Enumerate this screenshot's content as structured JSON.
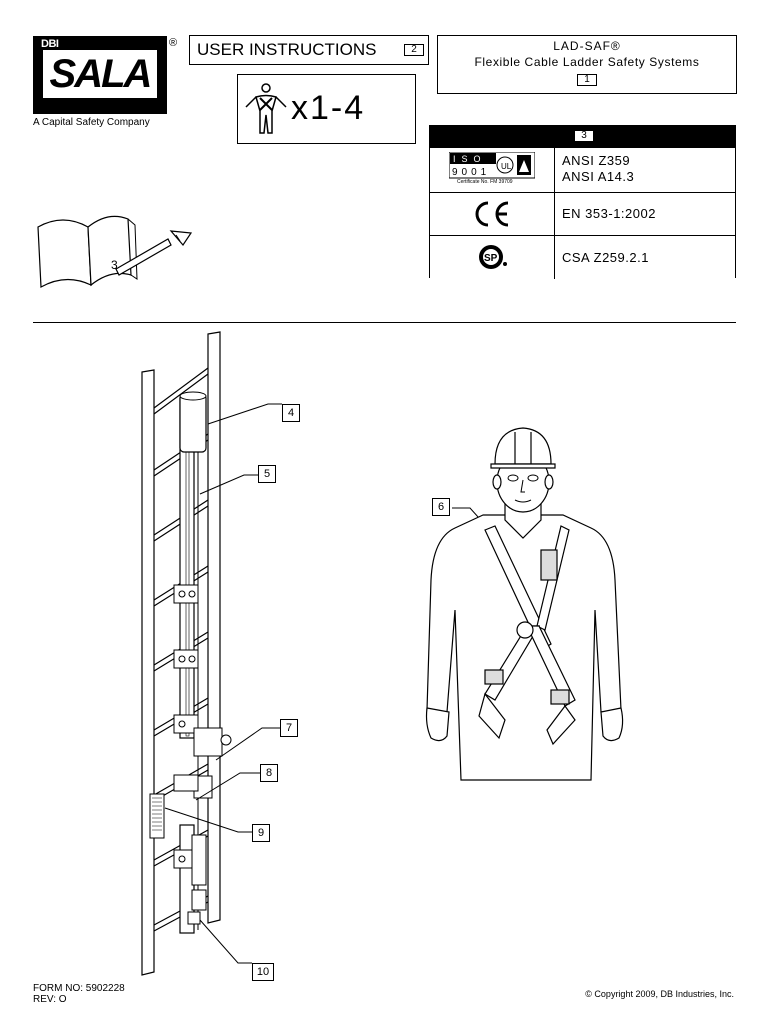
{
  "logo": {
    "top_text": "DBI",
    "main_text": "SALA",
    "registered": "®"
  },
  "company": "A Capital Safety Company",
  "title": {
    "text": "USER INSTRUCTIONS",
    "tag": "2"
  },
  "product": {
    "name": "LAD-SAF®",
    "subtitle": "Flexible Cable Ladder Safety Systems",
    "tag": "1"
  },
  "users": {
    "text": "x1-4"
  },
  "manual_icon": {
    "tag": "3"
  },
  "standards": {
    "header_tag": "3",
    "iso_cert": "Certificate No. FM 39709",
    "rows": [
      {
        "logo": "iso-9001-logo",
        "lines": [
          "ANSI Z359",
          "ANSI A14.3"
        ]
      },
      {
        "logo": "ce-mark-logo",
        "lines": [
          "EN 353-1:2002"
        ]
      },
      {
        "logo": "csa-logo",
        "lines": [
          "CSA Z259.2.1"
        ]
      }
    ]
  },
  "callouts": [
    "4",
    "5",
    "6",
    "7",
    "8",
    "9",
    "10"
  ],
  "footer": {
    "form_no": "FORM NO: 5902228",
    "rev": "REV: O",
    "copyright": "© Copyright 2009, DB Industries, Inc."
  }
}
